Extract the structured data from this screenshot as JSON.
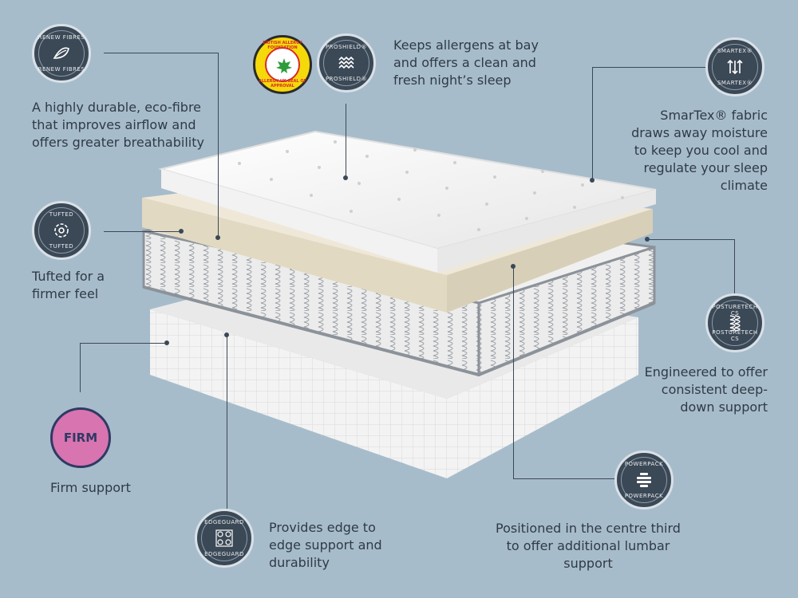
{
  "features": {
    "renew": {
      "badge_top": "RENEW FIBRES",
      "badge_bottom": "RENEW FIBRES",
      "icon": "leaf-fibre-icon",
      "description": "A highly durable, eco-fibre that improves airflow and offers greater breathability"
    },
    "tufted": {
      "badge_top": "TUFTED",
      "badge_bottom": "TUFTED",
      "icon": "tuft-flower-icon",
      "description": "Tufted for a firmer feel"
    },
    "firm": {
      "label": "FIRM",
      "description": "Firm support",
      "color": "#d874b0"
    },
    "edgeguard": {
      "badge_top": "EDGEGUARD",
      "badge_bottom": "EDGEGUARD",
      "icon": "spring-grid-icon",
      "description": "Provides edge to edge support and durability"
    },
    "proshield": {
      "badge_top": "PROSHIELD®",
      "badge_bottom": "PROSHIELD®",
      "icon": "woven-fabric-icon",
      "description": "Keeps allergens at bay and offers a clean and fresh night’s sleep",
      "seal_top": "BRITISH ALLERGY FOUNDATION",
      "seal_bottom": "ALLERGY UK SEAL OF APPROVAL"
    },
    "smartex": {
      "badge_top": "SMARTEX®",
      "badge_bottom": "SMARTEX®",
      "icon": "airflow-arrows-icon",
      "description": "SmarTex® fabric draws away moisture to keep you cool and regulate your sleep climate"
    },
    "posturetech": {
      "badge_top": "POSTURETECH CS",
      "badge_bottom": "POSTURETECH CS",
      "icon": "coil-spring-icon",
      "description": "Engineered to offer consistent deep-down support"
    },
    "powerpack": {
      "badge_top": "POWERPACK",
      "badge_bottom": "POWERPACK",
      "icon": "stacked-layers-icon",
      "description": "Positioned in the centre third to offer additional lumbar support"
    }
  },
  "colors": {
    "background": "#a7bccb",
    "badge": "#3b4856",
    "firm": "#d874b0"
  }
}
